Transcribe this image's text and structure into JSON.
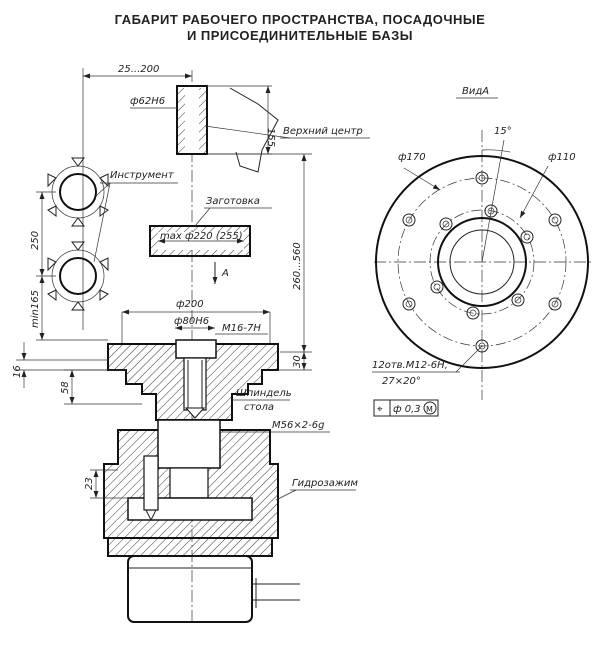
{
  "title": {
    "line1": "ГАБАРИТ РАБОЧЕГО ПРОСТРАНСТВА, ПОСАДОЧНЫЕ",
    "line2": "И ПРИСОЕДИНИТЕЛЬНЫЕ БАЗЫ"
  },
  "labels": {
    "view_a": "ВидА",
    "upper_center": "Верхний центр",
    "tool": "Инструмент",
    "workpiece": "Заготовка",
    "arrow_a": "A",
    "spindle_line1": "Шпиндель",
    "spindle_line2": "стола",
    "hydro_clamp": "Гидрозажим"
  },
  "dimensions": {
    "d25_200": "25...200",
    "d62h6": "ф62Н6",
    "d155": "155",
    "d250": "250",
    "d_max220": "max ф220 (255)",
    "d260_560": "260...560",
    "dmin165": "min165",
    "d200": "ф200",
    "d80h6": "ф80Н6",
    "m16": "M16-7H",
    "d16": "16",
    "d30": "30",
    "d58": "58",
    "m56": "M56×2-6g",
    "d23": "23",
    "d15deg": "15°",
    "d170": "ф170",
    "d110": "ф110",
    "holes_line1": "12отв.M12-6H,",
    "holes_line2": "27×20°",
    "tolerance_symbol": "⌖",
    "tolerance_value": "ф 0,3",
    "tolerance_modifier": "М"
  }
}
